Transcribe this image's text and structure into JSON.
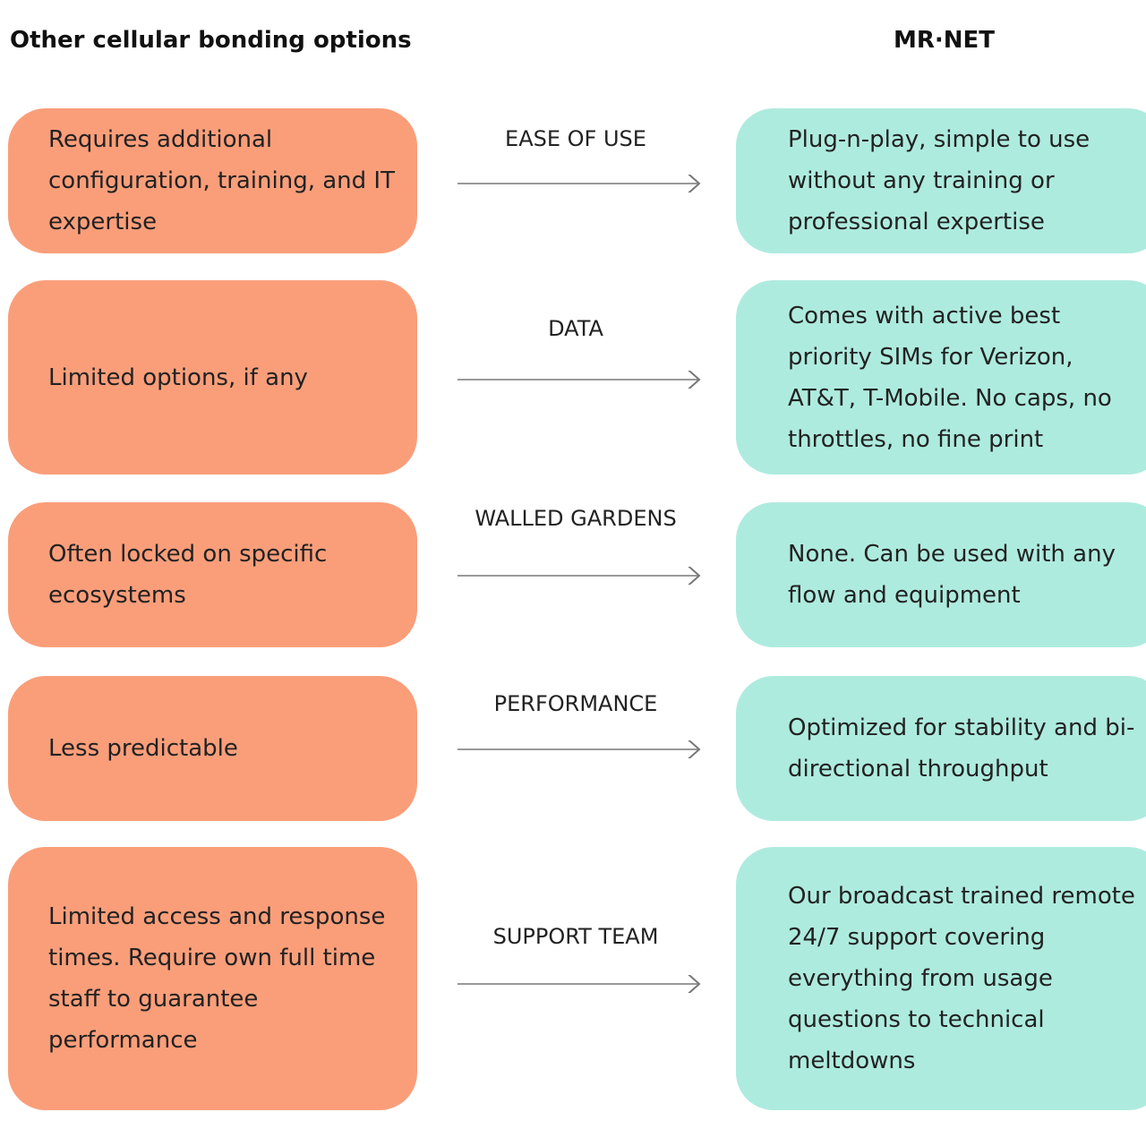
{
  "header": {
    "left": "Other cellular bonding options",
    "right": "MR·NET"
  },
  "rows": [
    {
      "label": "EASE OF USE",
      "other": "Requires additional configuration, training, and IT expertise",
      "mrnet": "Plug-n-play, simple to use without any training or professional expertise"
    },
    {
      "label": "DATA",
      "other": "Limited options, if any",
      "mrnet": "Comes with active best priority SIMs for Verizon, AT&T, T-Mobile. No caps, no throttles, no fine print"
    },
    {
      "label": "WALLED GARDENS",
      "other": "Often locked on specific ecosystems",
      "mrnet": "None. Can be used with any flow and equipment"
    },
    {
      "label": "PERFORMANCE",
      "other": "Less predictable",
      "mrnet": "Optimized for stability and bi-directional throughput"
    },
    {
      "label": "SUPPORT TEAM",
      "other": "Limited access and response times. Require own full time staff to guarantee performance",
      "mrnet": "Our broadcast trained remote 24/7 support covering everything from usage questions to technical meltdowns"
    }
  ],
  "colors": {
    "other": "#fa9e7a",
    "mrnet": "#aeebdf"
  }
}
